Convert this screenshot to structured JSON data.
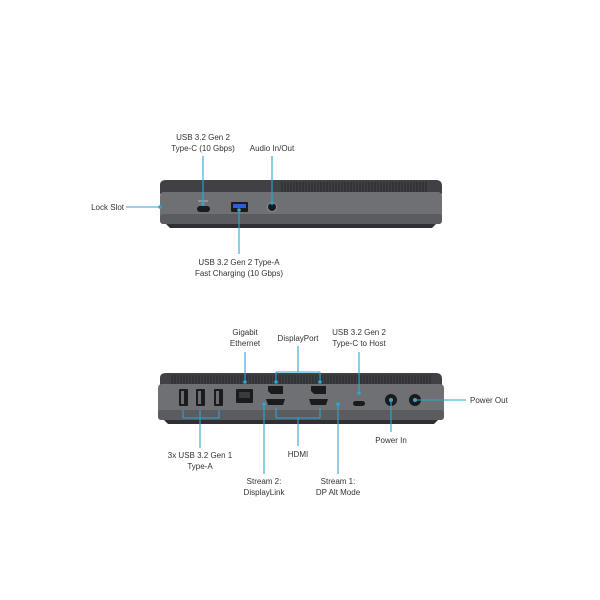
{
  "colors": {
    "leader": "#2aa6d8",
    "body": "#6f7073",
    "body_dark": "#4a4b4e",
    "trim": "#3d3e41",
    "port_dark": "#1b1b1d",
    "usb_blue": "#2a5fd6"
  },
  "front": {
    "callouts": {
      "usbc": [
        "USB 3.2 Gen 2",
        "Type-C (10 Gbps)"
      ],
      "audio": [
        "Audio In/Out"
      ],
      "lock": [
        "Lock Slot"
      ],
      "usba": [
        "USB 3.2 Gen 2 Type-A",
        "Fast Charging (10 Gbps)"
      ]
    }
  },
  "rear": {
    "callouts": {
      "ethernet": [
        "Gigabit",
        "Ethernet"
      ],
      "displayport": [
        "DisplayPort"
      ],
      "usbc_host": [
        "USB 3.2 Gen 2",
        "Type-C to Host"
      ],
      "power_out": [
        "Power Out"
      ],
      "usb_gen1": [
        "3x USB 3.2 Gen 1",
        "Type-A"
      ],
      "hdmi": [
        "HDMI"
      ],
      "power_in": [
        "Power In"
      ],
      "stream2": [
        "Stream 2:",
        "DisplayLink"
      ],
      "stream1": [
        "Stream 1:",
        "DP Alt Mode"
      ]
    }
  }
}
